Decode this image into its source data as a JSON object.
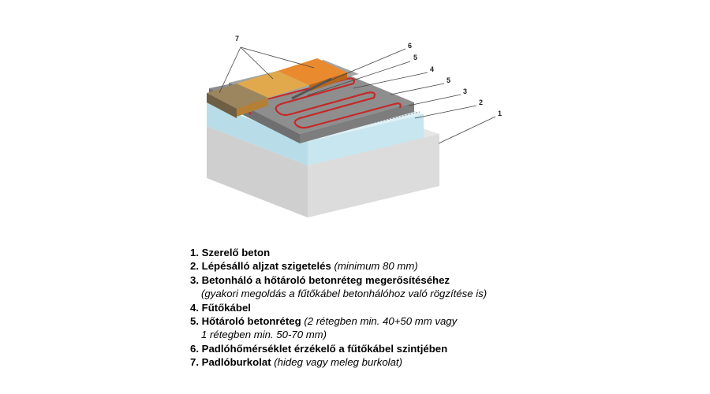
{
  "diagram": {
    "callouts": [
      "7",
      "6",
      "5",
      "4",
      "5",
      "3",
      "2",
      "1"
    ]
  },
  "legend": [
    {
      "number": "1.",
      "title": "Szerelő beton",
      "note": "",
      "continuation": ""
    },
    {
      "number": "2.",
      "title": "Lépésálló aljzat szigetelés",
      "note": "(minimum 80 mm)",
      "continuation": ""
    },
    {
      "number": "3.",
      "title": "Betonháló a hőtároló betonréteg megerősítéséhez",
      "note": "",
      "continuation": "(gyakori megoldás a fűtőkábel betonhálóhoz való rögzítése is)"
    },
    {
      "number": "4.",
      "title": "Fűtőkábel",
      "note": "",
      "continuation": ""
    },
    {
      "number": "5.",
      "title": "Hőtároló betonréteg",
      "note": "(2 rétegben min. 40+50 mm vagy",
      "continuation": "1 rétegben min. 50-70 mm)"
    },
    {
      "number": "6.",
      "title": "Padlóhőmérséklet érzékelő a fűtőkábel szintjében",
      "note": "",
      "continuation": ""
    },
    {
      "number": "7.",
      "title": "Padlóburkolat",
      "note": "(hideg vagy meleg burkolat)",
      "continuation": ""
    }
  ]
}
